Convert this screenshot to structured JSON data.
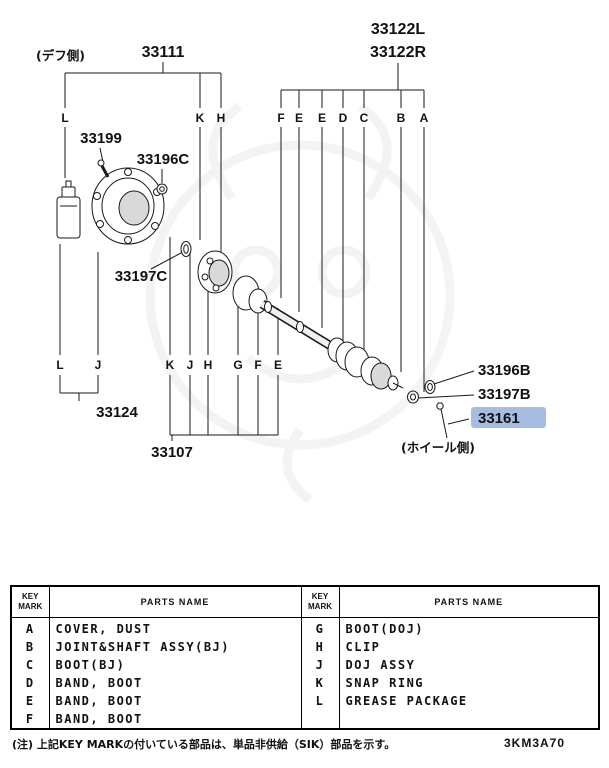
{
  "page": {
    "footer_note": "(注) 上記KEY MARKの付いている部品は、単品非供給（SIK）部品を示す。",
    "drawing_code": "3KM3A70"
  },
  "diagram": {
    "side_labels": {
      "left": "(デフ側)",
      "right": "(ホイール側)"
    },
    "part_numbers": {
      "p33111": "33111",
      "p33122L": "33122L",
      "p33122R": "33122R",
      "p33199": "33199",
      "p33196C": "33196C",
      "p33197C": "33197C",
      "p33124": "33124",
      "p33107": "33107",
      "p33196B": "33196B",
      "p33197B": "33197B",
      "p33161": "33161"
    },
    "highlight_color": "#a6bce0",
    "top_letters": [
      "L",
      "K",
      "H",
      "F",
      "E",
      "E",
      "D",
      "C",
      "B",
      "A"
    ],
    "bottom_letters": [
      "L",
      "J",
      "K",
      "J",
      "H",
      "G",
      "F",
      "E"
    ]
  },
  "table": {
    "headers": {
      "key": "KEY",
      "mark": "MARK",
      "parts_name": "PARTS NAME"
    },
    "left_rows": [
      {
        "mark": "A",
        "name": "COVER, DUST"
      },
      {
        "mark": "B",
        "name": "JOINT&SHAFT ASSY(BJ)"
      },
      {
        "mark": "C",
        "name": "BOOT(BJ)"
      },
      {
        "mark": "D",
        "name": "BAND, BOOT"
      },
      {
        "mark": "E",
        "name": "BAND, BOOT"
      },
      {
        "mark": "F",
        "name": "BAND, BOOT"
      }
    ],
    "right_rows": [
      {
        "mark": "G",
        "name": "BOOT(DOJ)"
      },
      {
        "mark": "H",
        "name": "CLIP"
      },
      {
        "mark": "J",
        "name": "DOJ ASSY"
      },
      {
        "mark": "K",
        "name": "SNAP RING"
      },
      {
        "mark": "L",
        "name": "GREASE PACKAGE"
      },
      {
        "mark": "",
        "name": ""
      }
    ]
  }
}
